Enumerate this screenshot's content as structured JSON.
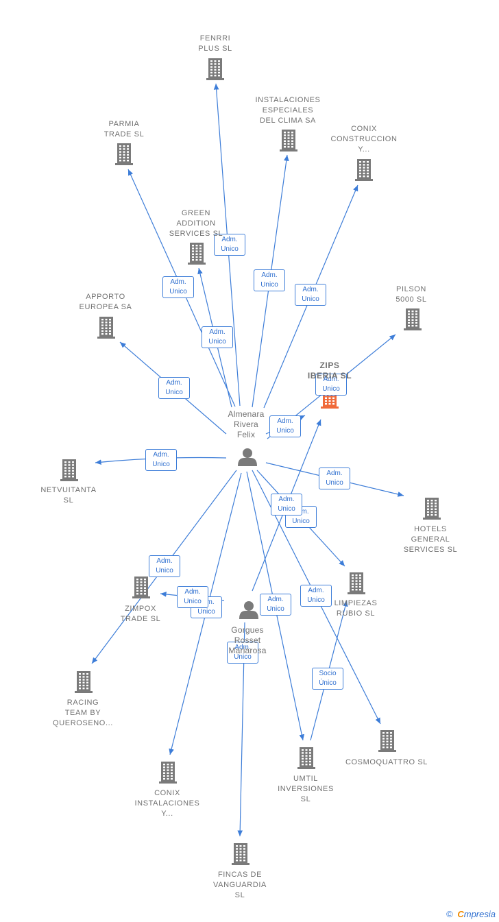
{
  "nodes": [
    {
      "id": "fenrri",
      "type": "company",
      "lines": [
        "FENRRI",
        "PLUS SL"
      ]
    },
    {
      "id": "instalaciones",
      "type": "company",
      "lines": [
        "INSTALACIONES",
        "ESPECIALES",
        "DEL CLIMA SA"
      ]
    },
    {
      "id": "parmia",
      "type": "company",
      "lines": [
        "PARMIA",
        "TRADE  SL"
      ]
    },
    {
      "id": "conix_construccion",
      "type": "company",
      "lines": [
        "CONIX",
        "CONSTRUCCION",
        "Y..."
      ]
    },
    {
      "id": "green",
      "type": "company",
      "lines": [
        "GREEN",
        "ADDITION",
        "SERVICES  SL"
      ]
    },
    {
      "id": "pilson",
      "type": "company",
      "lines": [
        "PILSON",
        "5000  SL"
      ]
    },
    {
      "id": "apporto",
      "type": "company",
      "lines": [
        "APPORTO",
        "EUROPEA SA"
      ]
    },
    {
      "id": "zips",
      "type": "focus",
      "lines": [
        "ZIPS",
        "IBERIA  SL"
      ]
    },
    {
      "id": "almenara",
      "type": "person",
      "lines": [
        "Almenara",
        "Rivera",
        "Felix"
      ]
    },
    {
      "id": "netvuitanta",
      "type": "company",
      "lines": [
        "NETVUITANTA",
        "SL"
      ]
    },
    {
      "id": "hotels",
      "type": "company",
      "lines": [
        "HOTELS",
        "GENERAL",
        "SERVICES  SL"
      ]
    },
    {
      "id": "limpiezas",
      "type": "company",
      "lines": [
        "LIMPIEZAS",
        "RUBIO SL"
      ]
    },
    {
      "id": "zimpox",
      "type": "company",
      "lines": [
        "ZIMPOX",
        "TRADE  SL"
      ]
    },
    {
      "id": "gorgues",
      "type": "person",
      "lines": [
        "Gorgues",
        "Rosset",
        "Mariarosa"
      ]
    },
    {
      "id": "racing",
      "type": "company",
      "lines": [
        "RACING",
        "TEAM BY",
        "QUEROSENO..."
      ]
    },
    {
      "id": "cosmoquattro",
      "type": "company",
      "lines": [
        "COSMOQUATTRO SL"
      ]
    },
    {
      "id": "umtil",
      "type": "company",
      "lines": [
        "UMTIL",
        "INVERSIONES",
        "SL"
      ]
    },
    {
      "id": "conix_instalaciones",
      "type": "company",
      "lines": [
        "CONIX",
        "INSTALACIONES",
        "Y..."
      ]
    },
    {
      "id": "fincas",
      "type": "company",
      "lines": [
        "FINCAS DE",
        "VANGUARDIA",
        "SL"
      ]
    }
  ],
  "edges": [
    {
      "from": "almenara",
      "to": "fenrri",
      "label": [
        "Adm.",
        "Unico"
      ]
    },
    {
      "from": "almenara",
      "to": "instalaciones",
      "label": [
        "Adm.",
        "Unico"
      ]
    },
    {
      "from": "almenara",
      "to": "parmia",
      "label": [
        "Adm.",
        "Unico"
      ]
    },
    {
      "from": "almenara",
      "to": "conix_construccion",
      "label": [
        "Adm.",
        "Unico"
      ]
    },
    {
      "from": "almenara",
      "to": "green",
      "label": [
        "Adm.",
        "Unico"
      ]
    },
    {
      "from": "almenara",
      "to": "pilson",
      "label": [
        "Adm.",
        "Unico"
      ]
    },
    {
      "from": "almenara",
      "to": "apporto",
      "label": [
        "Adm.",
        "Unico"
      ]
    },
    {
      "from": "almenara",
      "to": "zips",
      "label": [
        "Adm.",
        "Unico"
      ]
    },
    {
      "from": "almenara",
      "to": "netvuitanta",
      "label": [
        "Adm.",
        "Unico"
      ]
    },
    {
      "from": "almenara",
      "to": "hotels",
      "label": [
        "Adm.",
        "Unico"
      ]
    },
    {
      "from": "almenara",
      "to": "limpiezas",
      "label": [
        "Adm.",
        "Unico"
      ]
    },
    {
      "from": "almenara",
      "to": "racing",
      "label": [
        "Adm.",
        "Unico"
      ]
    },
    {
      "from": "almenara",
      "to": "cosmoquattro",
      "label": [
        "Adm.",
        "Unico"
      ]
    },
    {
      "from": "almenara",
      "to": "umtil",
      "label": [
        "Adm.",
        "Unico"
      ]
    },
    {
      "from": "almenara",
      "to": "conix_instalaciones",
      "label": [
        "Adm.",
        "Unico"
      ]
    },
    {
      "from": "gorgues",
      "to": "zips",
      "label": [
        "Adm.",
        "Unico"
      ]
    },
    {
      "from": "gorgues",
      "to": "zimpox",
      "label": [
        "Adm.",
        "Unico"
      ]
    },
    {
      "from": "gorgues",
      "to": "fincas",
      "label": [
        "Adm.",
        "Unico"
      ]
    },
    {
      "from": "umtil",
      "to": "limpiezas",
      "label": [
        "Socio",
        "Único"
      ]
    }
  ],
  "colors": {
    "edge": "#3d7dd8",
    "company_icon": "#7a7a7a",
    "focus_icon": "#f06a3a",
    "person_icon": "#7a7a7a",
    "label_text": "#707070"
  },
  "footer": {
    "copyright": "©",
    "brand_e": "C",
    "brand_rest": "mpresia"
  }
}
